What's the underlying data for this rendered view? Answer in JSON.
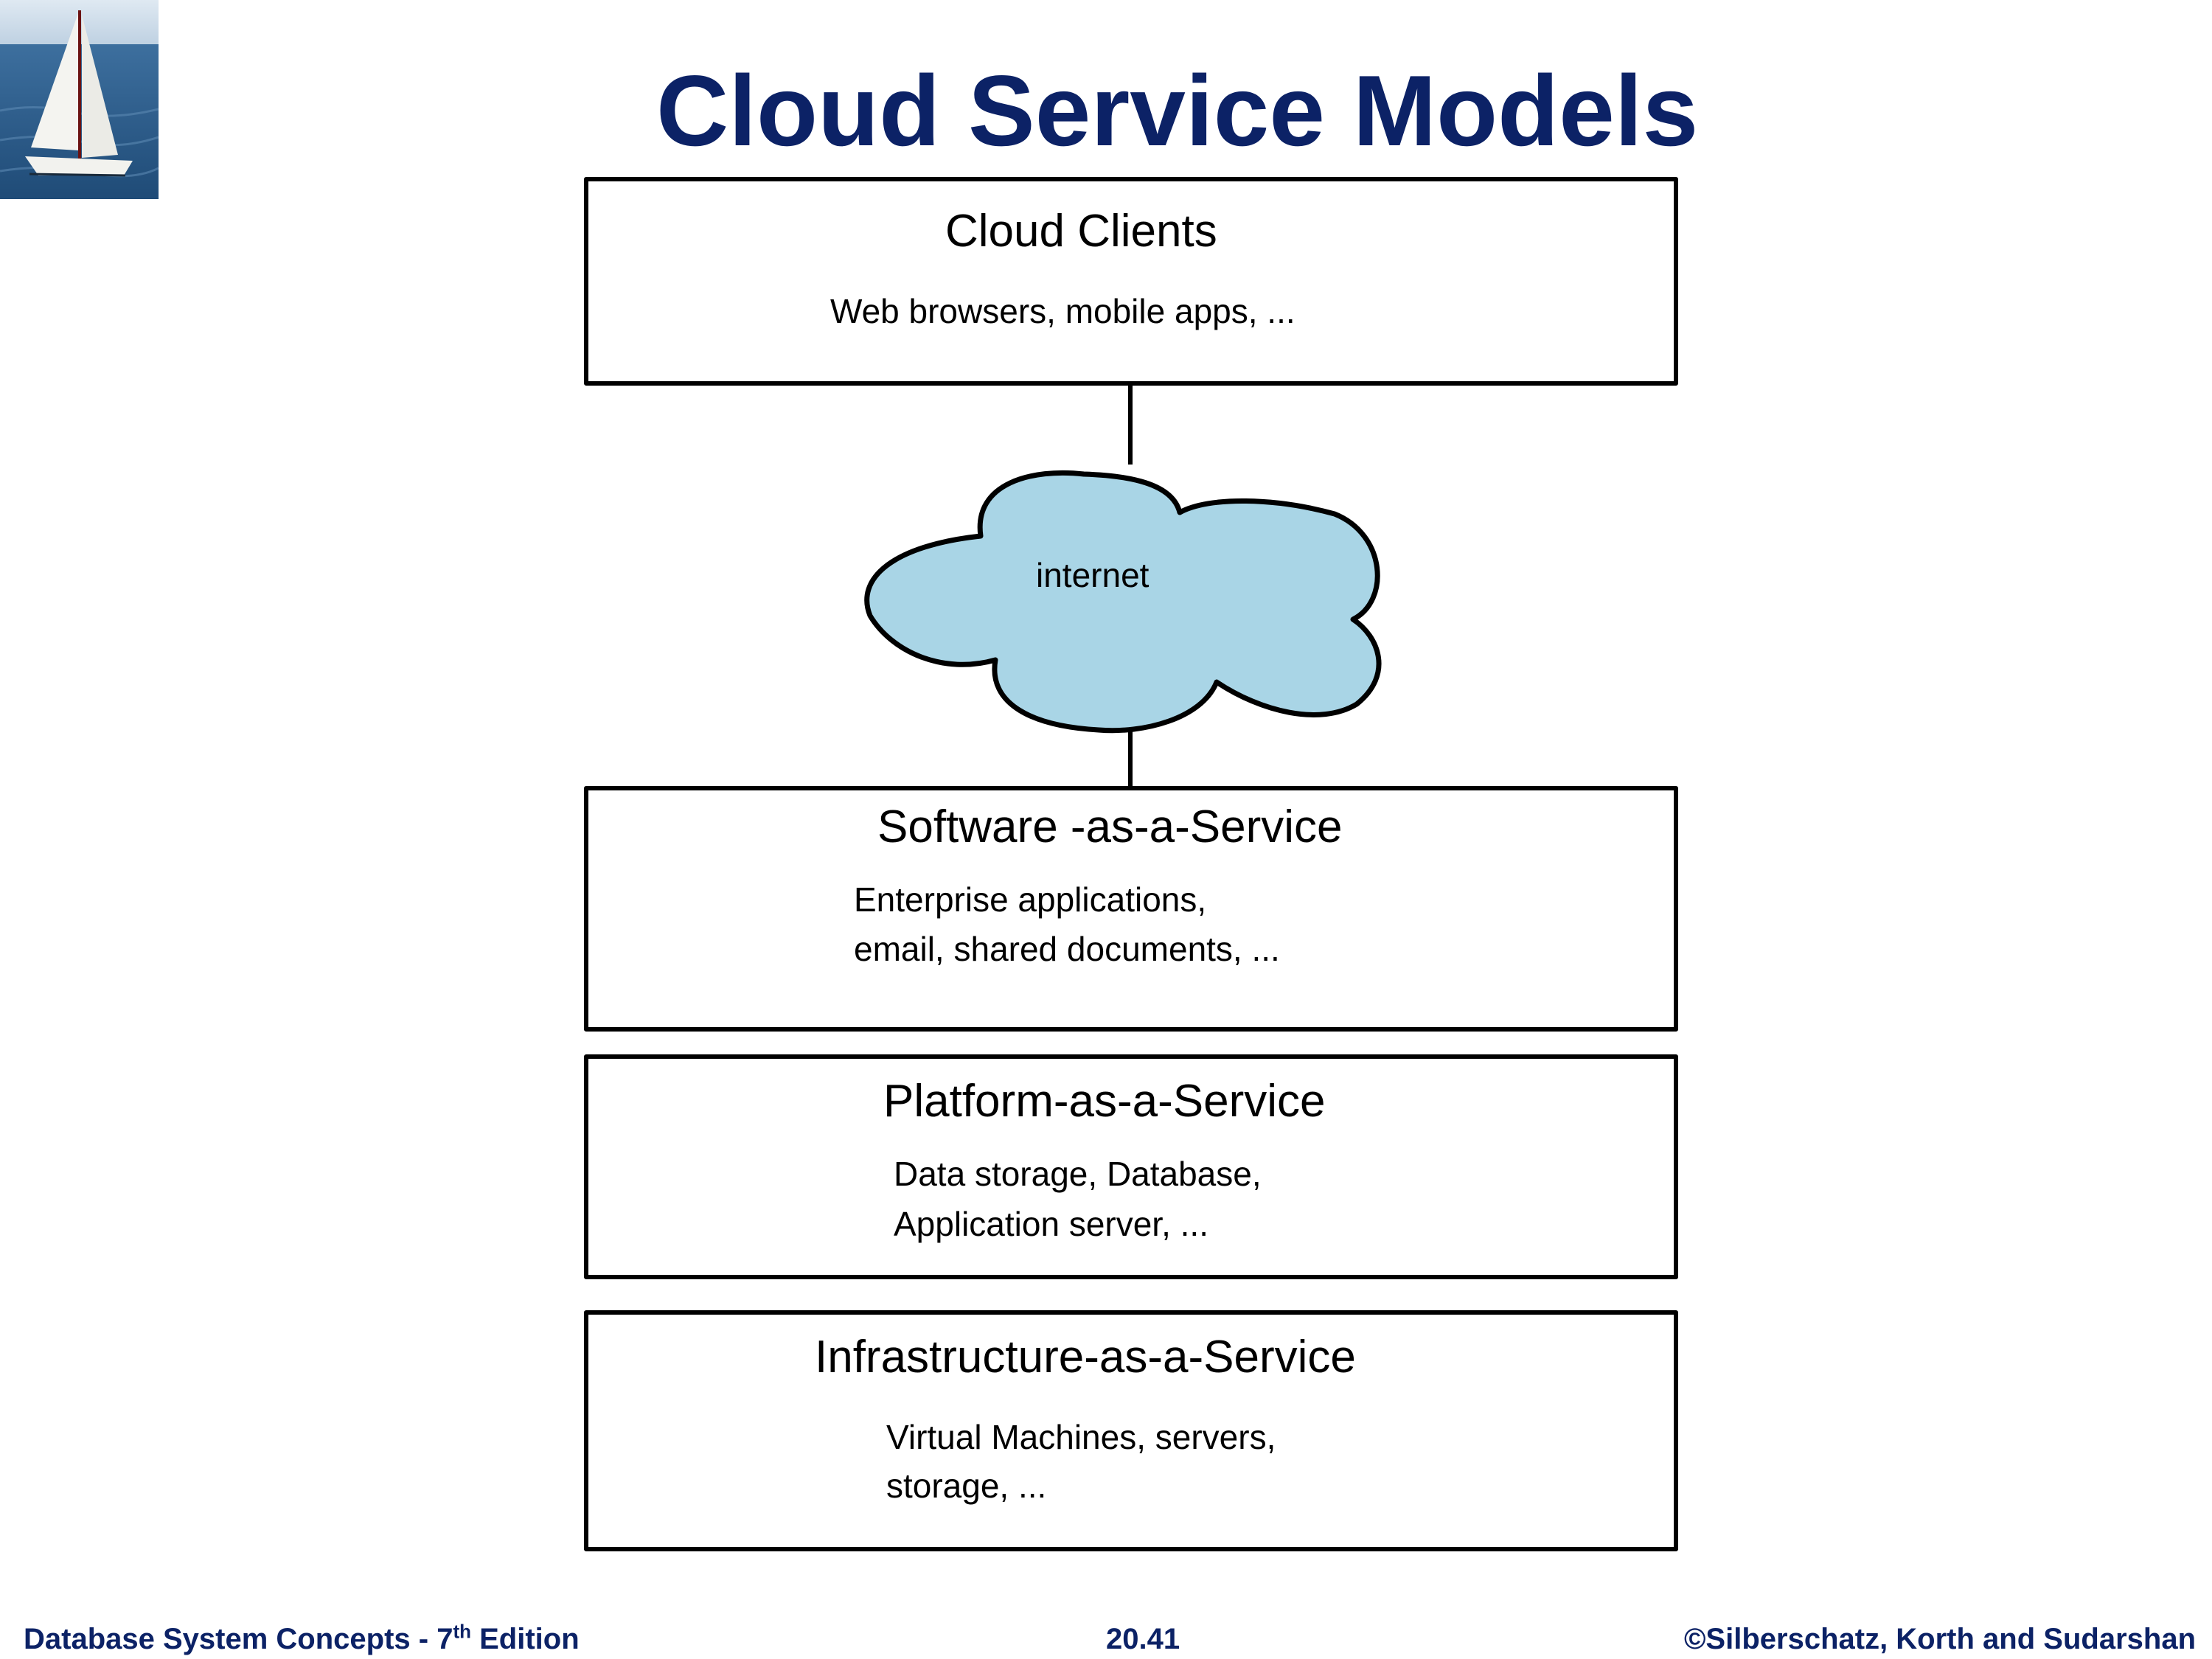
{
  "slide": {
    "title": "Cloud Service Models"
  },
  "layers": [
    {
      "title": "Cloud Clients",
      "lines": [
        "Web browsers, mobile apps, ..."
      ]
    },
    {
      "title": "Software -as-a-Service",
      "lines": [
        "Enterprise applications,",
        "email, shared documents, ..."
      ]
    },
    {
      "title": "Platform-as-a-Service",
      "lines": [
        "Data storage, Database,",
        "Application server, ..."
      ]
    },
    {
      "title": "Infrastructure-as-a-Service",
      "lines": [
        "Virtual Machines, servers,",
        "storage, ..."
      ]
    }
  ],
  "network": {
    "label": "internet",
    "fill_color": "#a9d5e6"
  },
  "footer": {
    "left_prefix": "Database System Concepts - 7",
    "left_sup": "th",
    "left_suffix": " Edition",
    "center": "20.41",
    "right": "©Silberschatz, Korth and Sudarshan"
  },
  "colors": {
    "title": "#0c2266",
    "footer": "#0c2266"
  }
}
